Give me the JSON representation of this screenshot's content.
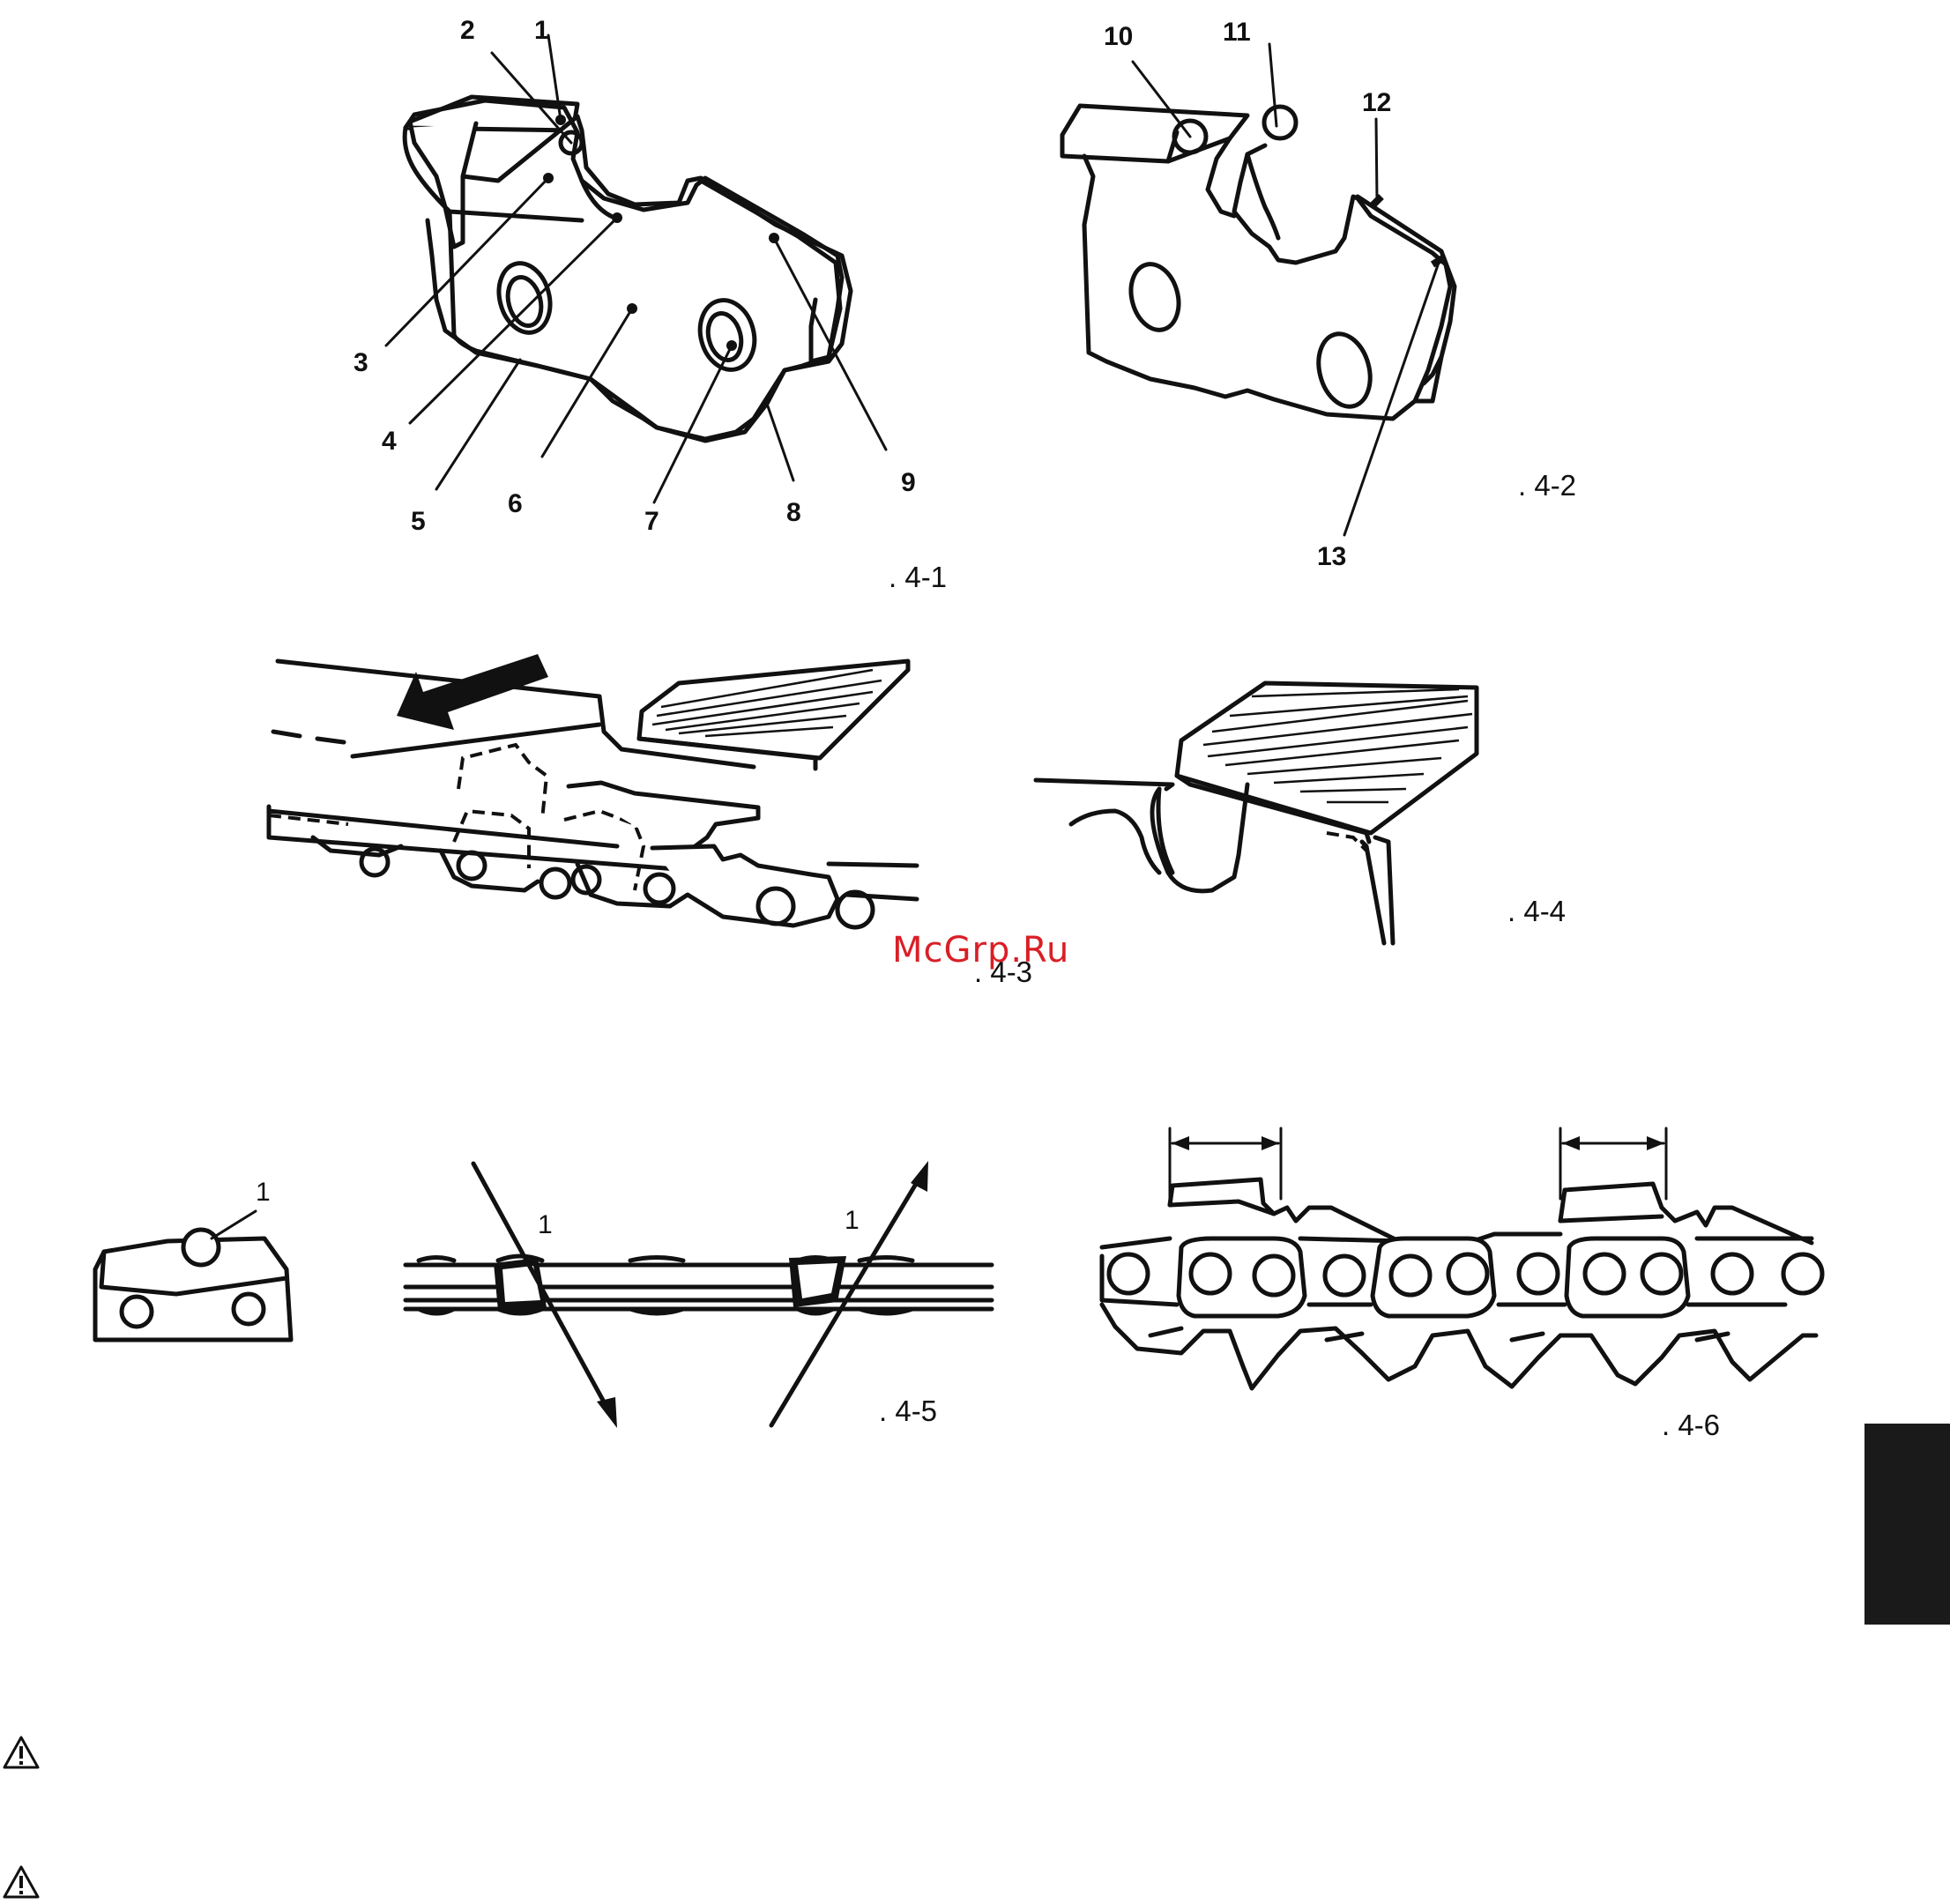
{
  "figures": {
    "fig_4_1": {
      "caption": ". 4-1",
      "callouts": [
        "1",
        "2",
        "3",
        "4",
        "5",
        "6",
        "7",
        "8",
        "9"
      ]
    },
    "fig_4_2": {
      "caption": ". 4-2",
      "callouts": [
        "10",
        "11",
        "12",
        "13"
      ]
    },
    "fig_4_3": {
      "caption": ". 4-3"
    },
    "fig_4_4": {
      "caption": ". 4-4"
    },
    "fig_4_5": {
      "caption": ". 4-5",
      "callouts": [
        "1",
        "1",
        "1"
      ]
    },
    "fig_4_6": {
      "caption": ". 4-6"
    }
  },
  "watermark": "McGrp.Ru",
  "icons": {
    "warning": "warning-triangle-icon",
    "tab": "section-tab"
  }
}
